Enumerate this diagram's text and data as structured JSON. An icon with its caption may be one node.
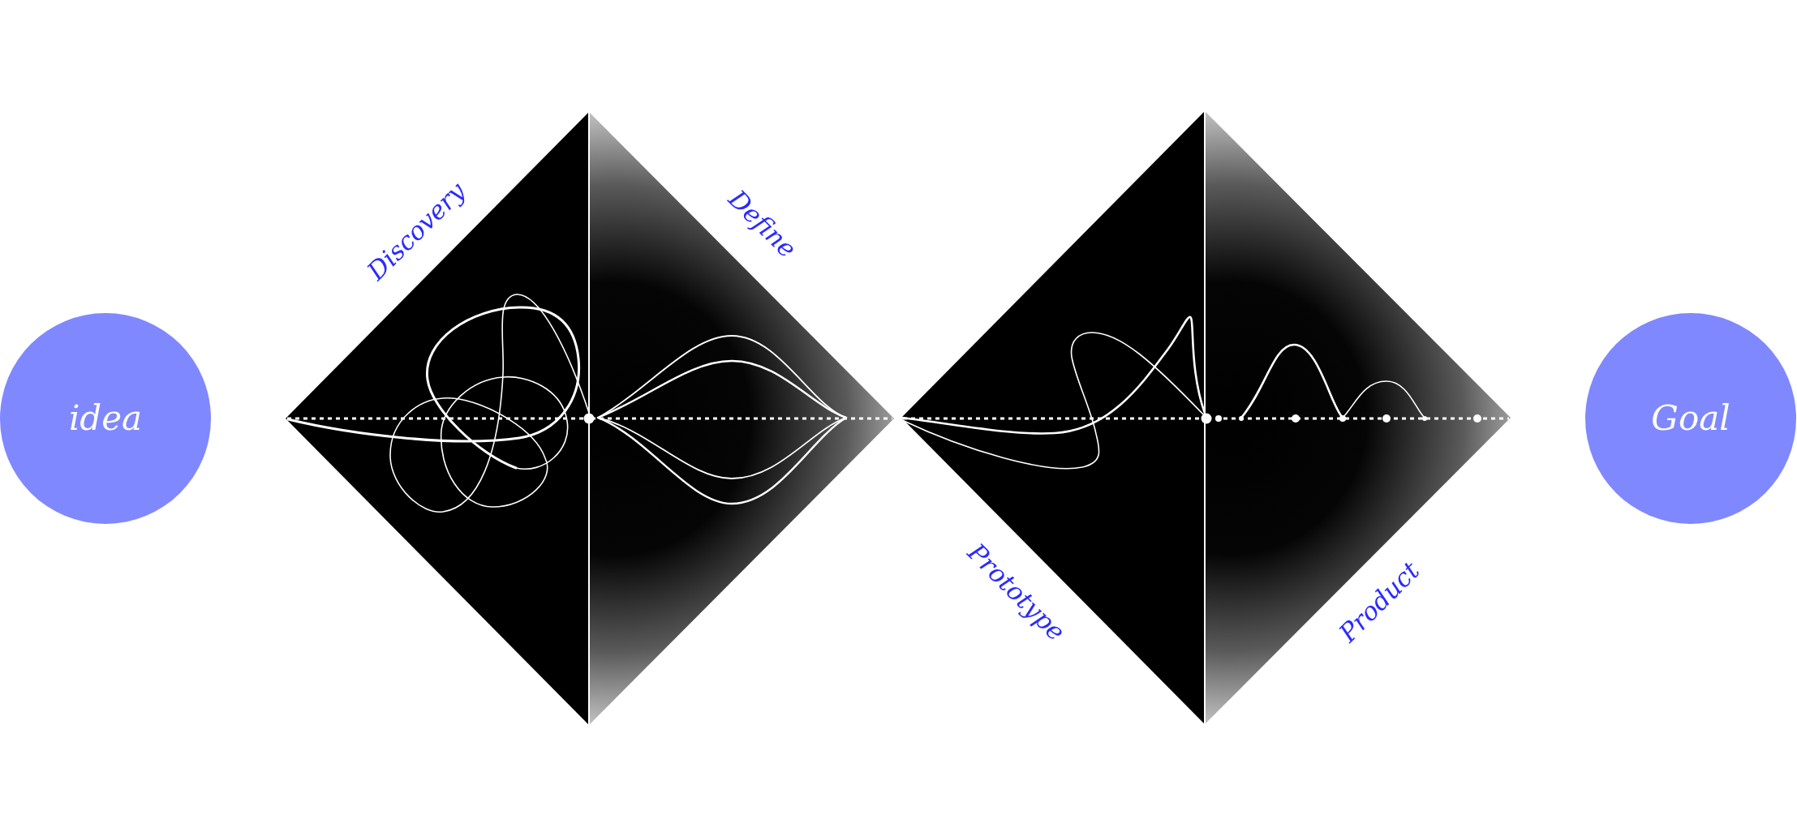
{
  "diagram": {
    "nodes": [
      {
        "text": [
          "idea"
        ]
      },
      {
        "text": [
          "Discovery"
        ]
      },
      {
        "text": [
          "Define"
        ]
      },
      {
        "text": [
          "Prototype"
        ]
      },
      {
        "text": [
          "Product"
        ]
      },
      {
        "text": [
          "Goal"
        ]
      }
    ]
  }
}
